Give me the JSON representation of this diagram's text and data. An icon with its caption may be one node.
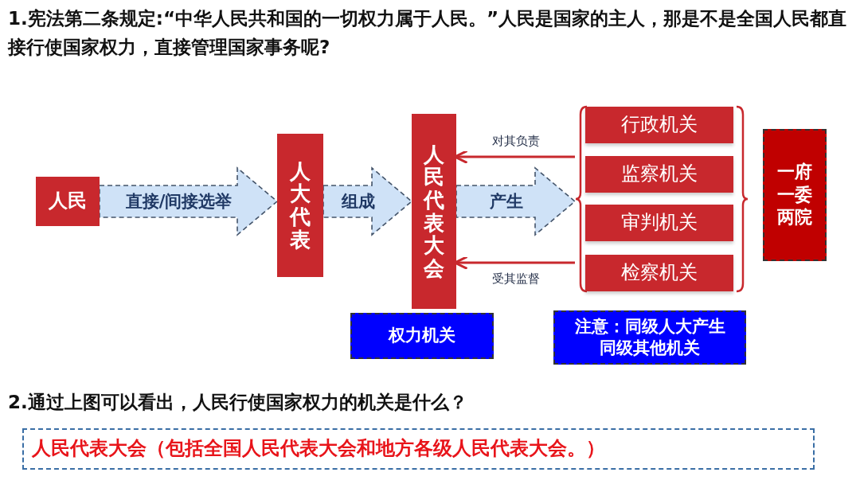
{
  "diagram": {
    "title": "1.宪法第二条规定:“中华人民共和国的一切权力属于人民。”人民是国家的主人，那是不是全国人民都直接行使国家权力，直接管理国家事务呢?",
    "nodes": [
      {
        "text": [
          "人民"
        ]
      },
      {
        "text": [
          "人大代表"
        ]
      },
      {
        "text": [
          "人民代表大会"
        ]
      },
      {
        "text": [],
        "shape": "bracket"
      },
      {
        "text": [
          "行政机关"
        ],
        "in": 3
      },
      {
        "text": [
          "监察机关"
        ],
        "in": 3
      },
      {
        "text": [
          "审判机关"
        ],
        "in": 3
      },
      {
        "text": [
          "检察机关"
        ],
        "in": 3
      },
      {
        "text": [
          "一府一委两院"
        ]
      },
      {
        "text": [
          "权力机关"
        ]
      },
      {
        "text": [
          "注意：同级人大产生同级其他机关"
        ]
      },
      {
        "text": [
          "人民代表大会（包括全国人民代表大会和地方各级人民代表大会。）"
        ]
      }
    ],
    "edges": [
      {
        "from": 0,
        "to": 1,
        "arrow": "to",
        "label": "直接/间接选举",
        "style": "dashed"
      },
      {
        "from": 1,
        "to": 2,
        "arrow": "to",
        "label": "组成",
        "style": "dashed"
      },
      {
        "from": 2,
        "to": 3,
        "arrow": "to",
        "label": "产生",
        "style": "dashed"
      },
      {
        "from": 3,
        "to": 2,
        "arrow": "to",
        "label": "对其负责",
        "color": "#c8282d"
      },
      {
        "from": 3,
        "to": 2,
        "arrow": "to",
        "label": "受其监督",
        "color": "#c8282d"
      }
    ],
    "labels": [
      "2.通过上图可以看出，人民行使国家权力的机关是什么？"
    ]
  }
}
